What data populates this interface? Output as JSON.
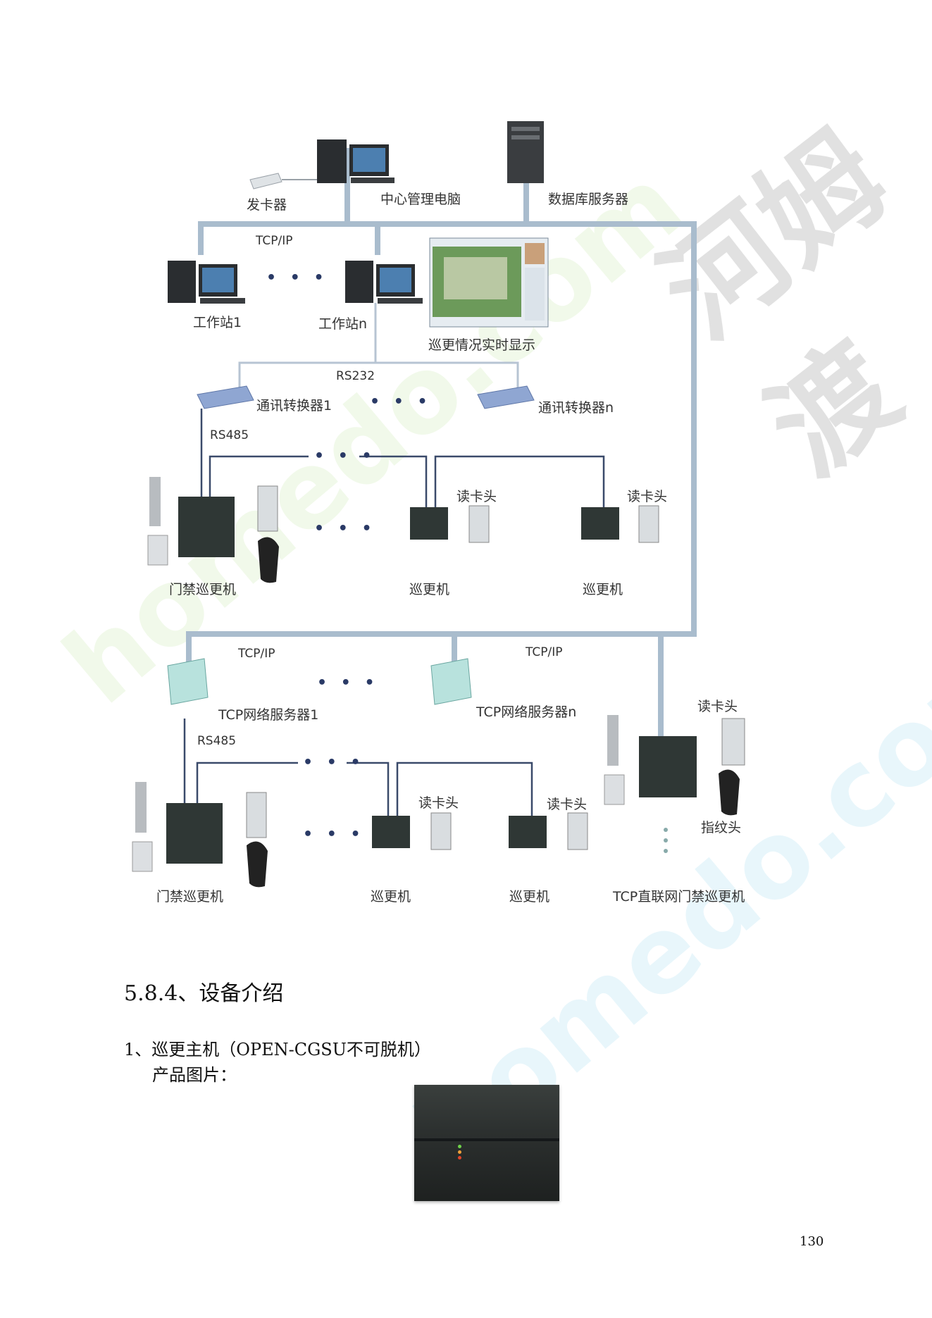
{
  "diagram": {
    "labels": {
      "card_issuer": "发卡器",
      "central_pc": "中心管理电脑",
      "db_server": "数据库服务器",
      "tcpip_top": "TCP/IP",
      "workstation1": "工作站1",
      "workstation_n": "工作站n",
      "realtime_display": "巡更情况实时显示",
      "rs232": "RS232",
      "converter1": "通讯转换器1",
      "converter_n": "通讯转换器n",
      "rs485_top": "RS485",
      "reader_top1": "读卡头",
      "reader_top2": "读卡头",
      "access_patrol_top": "门禁巡更机",
      "patrol_top1": "巡更机",
      "patrol_top2": "巡更机",
      "tcpip_mid1": "TCP/IP",
      "tcpip_mid2": "TCP/IP",
      "net_server1": "TCP网络服务器1",
      "net_server_n": "TCP网络服务器n",
      "rs485_bottom": "RS485",
      "reader_bottom1": "读卡头",
      "reader_bottom2": "读卡头",
      "reader_direct": "读卡头",
      "fingerprint": "指纹头",
      "access_patrol_bottom": "门禁巡更机",
      "patrol_bottom1": "巡更机",
      "patrol_bottom2": "巡更机",
      "tcp_direct": "TCP直联网门禁巡更机"
    },
    "ellipsis": "• • •"
  },
  "section": {
    "title": "5.8.4、设备介绍",
    "item1": "1、巡更主机（OPEN-CGSU不可脱机）",
    "item1_sub": "产品图片："
  },
  "watermark": {
    "text_cn": "河姆渡",
    "text_en": "homedo.com"
  },
  "page_number": "130",
  "colors": {
    "bus": "#a9bccd",
    "device_dark": "#2f3735",
    "line": "#3a4a6a"
  }
}
